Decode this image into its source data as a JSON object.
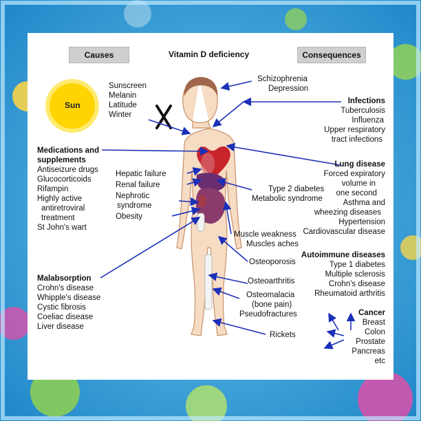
{
  "headers": {
    "causes": "Causes",
    "title": "Vitamin D deficiency",
    "consequences": "Consequences"
  },
  "sun_label": "Sun",
  "sun_causes": [
    "Sunscreen",
    "Melanin",
    "Latitude",
    "Winter"
  ],
  "medications": {
    "title_lines": [
      "Medications and",
      "supplements"
    ],
    "items": [
      "Antiseizure drugs",
      "Glucocorticoids",
      "Rifampin",
      "Highly active",
      "  antiretroviral",
      "  treatment",
      "St John's wart"
    ]
  },
  "malabsorption": {
    "title": "Malabsorption",
    "items": [
      "Crohn's disease",
      "Whipple's disease",
      "Cystic fibrosis",
      "Coeliac disease",
      "Liver disease"
    ]
  },
  "organ_causes": [
    "Hepatic failure",
    "Renal failure",
    "Nephrotic",
    "  syndrome",
    "Obesity"
  ],
  "psych": [
    "Schizophrenia",
    "Depression"
  ],
  "infections": {
    "title": "Infections",
    "items": [
      "Tuberculosis",
      "Influenza",
      "Upper respiratory",
      "tract infections"
    ]
  },
  "lung": {
    "title": "Lung disease",
    "items": [
      "Forced expiratory",
      "volume in",
      "one second",
      "Asthma and",
      "wheezing diseases",
      "Hypertension",
      "Cardiovascular disease"
    ]
  },
  "metabolic": [
    "Type 2 diabetes",
    "Metabolic syndrome"
  ],
  "muscle": [
    "Muscle weakness",
    "Muscles aches"
  ],
  "bone": {
    "osteoporosis": "Osteoporosis",
    "osteoarthritis": "Osteoarthritis",
    "osteomalacia": [
      "Osteomalacia",
      "(bone pain)",
      "Pseudofractures"
    ],
    "rickets": "Rickets"
  },
  "autoimmune": {
    "title": "Autoimmune diseases",
    "items": [
      "Type 1 diabetes",
      "Multiple sclerosis",
      "Crohn's disease",
      "Rheumatoid arthritis"
    ]
  },
  "cancer": {
    "title": "Cancer",
    "items": [
      "Breast",
      "Colon",
      "Prostate",
      "Pancreas",
      "etc"
    ]
  },
  "colors": {
    "arrow": "#1b2fb8",
    "sun": "#ffd400",
    "header_bg": "#cfcfcf",
    "skin": "#f6dcc3"
  }
}
